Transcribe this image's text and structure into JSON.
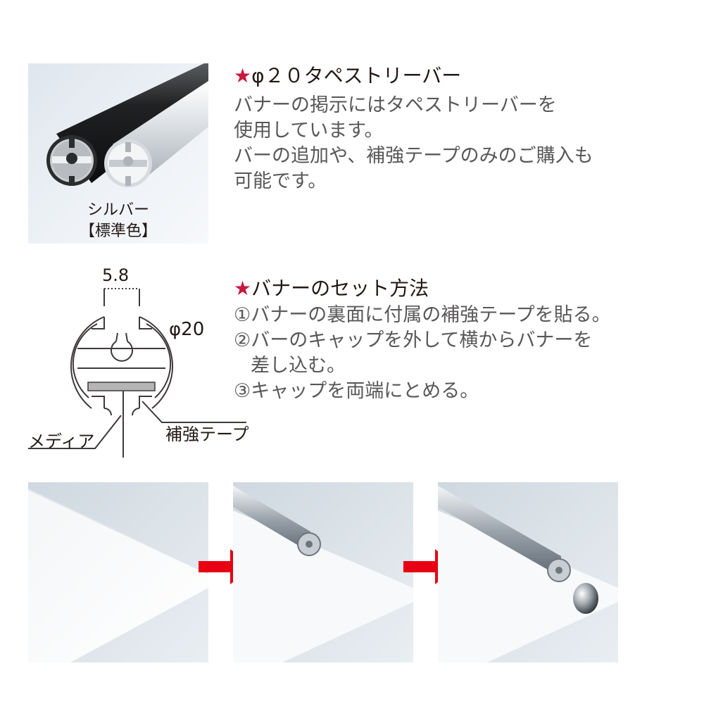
{
  "product": {
    "caption_line1": "シルバー",
    "caption_line2": "【標準色】"
  },
  "section1": {
    "star": "★",
    "title": "φ２０タペストリーバー",
    "lines": [
      "バナーの掲示にはタペストリーバーを",
      "使用しています。",
      "バーの追加や、補強テープのみのご購入も",
      "可能です。"
    ]
  },
  "diagram": {
    "dim_width": "5.8",
    "dim_diameter": "φ20",
    "label_media": "メディア",
    "label_tape": "補強テープ"
  },
  "section2": {
    "star": "★",
    "title": "バナーのセット方法",
    "steps": [
      "①バナーの裏面に付属の補強テープを貼る。",
      "②バーのキャップを外して横からバナーを",
      "差し込む。",
      "③キャップを両端にとめる。"
    ]
  },
  "colors": {
    "accent_red": "#c9183e",
    "arrow_red": "#e60012",
    "text_gray": "#595757"
  }
}
